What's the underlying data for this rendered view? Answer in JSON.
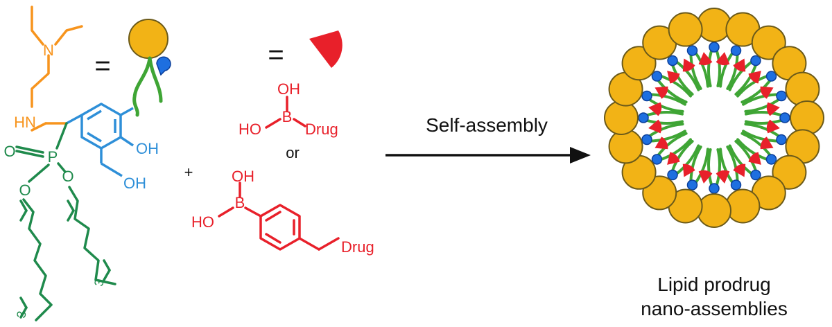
{
  "colors": {
    "amine": "#f7941d",
    "catechol": "#2e8fd8",
    "lipid": "#1f8a4c",
    "drug": "#e8202a",
    "head_fill": "#f2b316",
    "head_stroke": "#6b5a1a",
    "tail": "#3fa535",
    "catechol_icon": "#1e6fe0",
    "text": "#111111"
  },
  "lipid_molecule": {
    "atoms": {
      "nitrogen": "N",
      "amine_nh": "HN",
      "oh_top": "OH",
      "oh_bottom": "OH",
      "phosphorus": "P",
      "oxygen_double": "O",
      "oxygen_left": "O",
      "oxygen_right": "O"
    },
    "repeat_left": "3",
    "repeat_right": "3"
  },
  "legend": {
    "equals_lipid": "=",
    "equals_drug": "="
  },
  "boronic_acid_1": {
    "oh": "OH",
    "boron": "B",
    "ho": "HO",
    "drug": "Drug"
  },
  "or_label": "or",
  "plus_label": "+",
  "boronic_acid_2": {
    "oh": "OH",
    "boron": "B",
    "ho": "HO",
    "drug": "Drug"
  },
  "arrow_label": "Self-assembly",
  "product_label": {
    "line1": "Lipid prodrug",
    "line2": "nano-assemblies"
  }
}
